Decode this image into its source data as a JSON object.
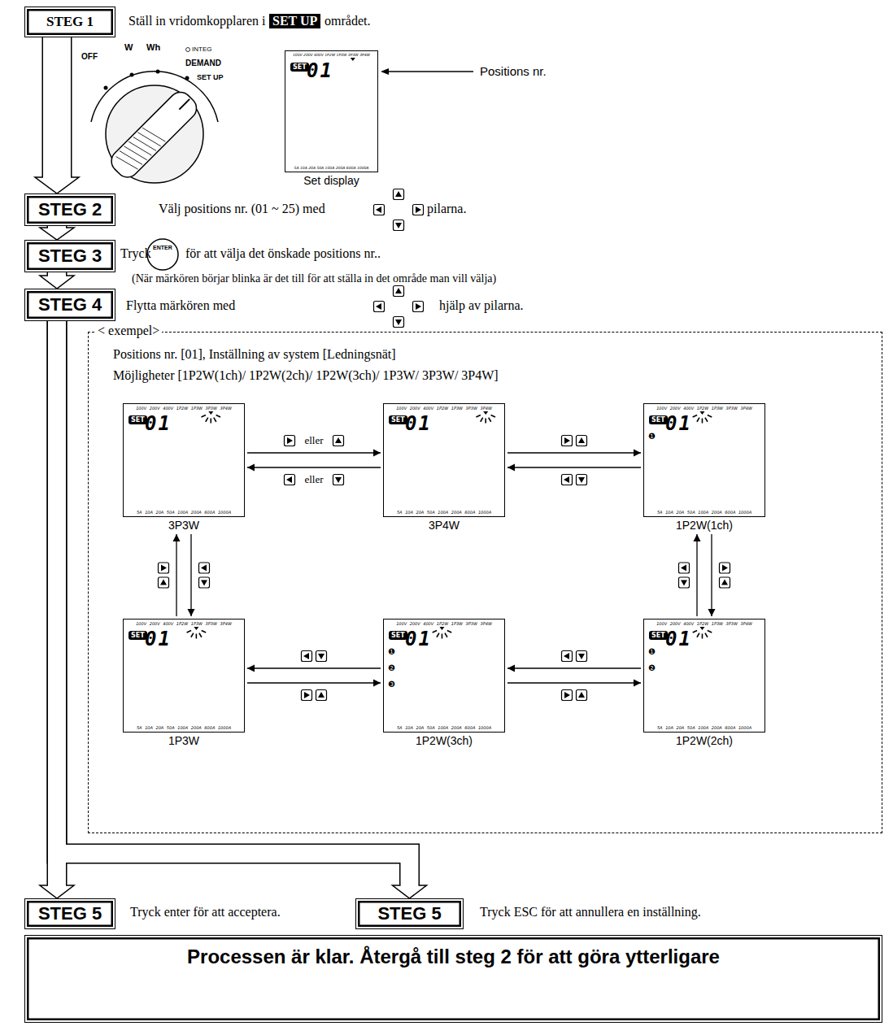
{
  "diagram": {
    "nodes": [
      {
        "text": [
          "STEG 1"
        ]
      },
      {
        "text": [
          "SET",
          "01",
          "100V 200V 400V 1P2W 1P3W 3P3W 3P4W",
          "5A 10A 20A 50A 100A 200A 600A 1000A",
          "Set display"
        ]
      },
      {
        "text": [
          "STEG 2"
        ]
      },
      {
        "text": [
          "STEG 3"
        ]
      },
      {
        "text": [
          "STEG 4"
        ]
      },
      {
        "text": [
          "< exempel>",
          "Positions nr. [01], Inställning av system [Ledningsnät]",
          "Möjligheter [1P2W(1ch)/ 1P2W(2ch)/ 1P2W(3ch)/ 1P3W/ 3P3W/ 3P4W]"
        ]
      },
      {
        "text": [
          "SET",
          "01",
          "100V 200V 400V 1P2W 1P3W 3P3W 3P4W",
          "5A 10A 20A 50A 100A 200A 600A 1000A",
          "3P3W"
        ],
        "in": 5
      },
      {
        "text": [
          "SET",
          "01",
          "100V 200V 400V 1P2W 1P3W 3P3W 3P4W",
          "5A 10A 20A 50A 100A 200A 600A 1000A",
          "3P4W"
        ],
        "in": 5
      },
      {
        "text": [
          "SET",
          "01",
          "100V 200V 400V 1P2W 1P3W 3P3W 3P4W",
          "5A 10A 20A 50A 100A 200A 600A 1000A",
          "❶",
          "1P2W(1ch)"
        ],
        "in": 5
      },
      {
        "text": [
          "SET",
          "01",
          "100V 200V 400V 1P2W 1P3W 3P3W 3P4W",
          "5A 10A 20A 50A 100A 200A 600A 1000A",
          "1P3W"
        ],
        "in": 5
      },
      {
        "text": [
          "SET",
          "01",
          "100V 200V 400V 1P2W 1P3W 3P3W 3P4W",
          "5A 10A 20A 50A 100A 200A 600A 1000A",
          "❶",
          "❷",
          "❸",
          "1P2W(3ch)"
        ],
        "in": 5
      },
      {
        "text": [
          "SET",
          "01",
          "100V 200V 400V 1P2W 1P3W 3P3W 3P4W",
          "5A 10A 20A 50A 100A 200A 600A 1000A",
          "❶",
          "❷",
          "1P2W(2ch)"
        ],
        "in": 5
      },
      {
        "text": [
          "STEG 5"
        ]
      },
      {
        "text": [
          "STEG 5"
        ]
      },
      {
        "text": [
          "Processen är klar. Återgå till steg 2 för att göra ytterligare"
        ]
      }
    ],
    "edges": [
      {
        "from": 0,
        "to": 2,
        "arrow": "to"
      },
      {
        "from": 2,
        "to": 3,
        "arrow": "to"
      },
      {
        "from": 3,
        "to": 4,
        "arrow": "to"
      },
      {
        "from": 4,
        "to": 12,
        "arrow": "to"
      },
      {
        "from": 4,
        "to": 13,
        "arrow": "to"
      },
      {
        "from": 6,
        "to": 7,
        "arrow": "to",
        "label": "eller"
      },
      {
        "from": 7,
        "to": 6,
        "arrow": "to",
        "label": "eller"
      },
      {
        "from": 7,
        "to": 8,
        "arrow": "to"
      },
      {
        "from": 8,
        "to": 7,
        "arrow": "to"
      },
      {
        "from": 8,
        "to": 11,
        "arrow": "to"
      },
      {
        "from": 11,
        "to": 8,
        "arrow": "to"
      },
      {
        "from": 11,
        "to": 10,
        "arrow": "to"
      },
      {
        "from": 10,
        "to": 11,
        "arrow": "to"
      },
      {
        "from": 10,
        "to": 9,
        "arrow": "to"
      },
      {
        "from": 9,
        "to": 10,
        "arrow": "to"
      },
      {
        "from": 9,
        "to": 6,
        "arrow": "to"
      },
      {
        "from": 6,
        "to": 9,
        "arrow": "to"
      }
    ],
    "labels": [
      "Ställ in vridomkopplaren i",
      "SET UP",
      "området.",
      "OFF",
      "W",
      "Wh",
      "INTEG",
      "DEMAND",
      "SET UP",
      "Positions nr.",
      "Välj positions nr. (01 ~ 25) med",
      "pilarna.",
      "Tryck",
      "ENTER",
      "för att välja det önskade positions nr..",
      "(När märkören börjar blinka är det till för att ställa in det område man vill välja)",
      "Flytta märkören med",
      "hjälp av pilarna.",
      "Tryck enter för att acceptera.",
      "Tryck ESC för att annullera en inställning."
    ]
  }
}
